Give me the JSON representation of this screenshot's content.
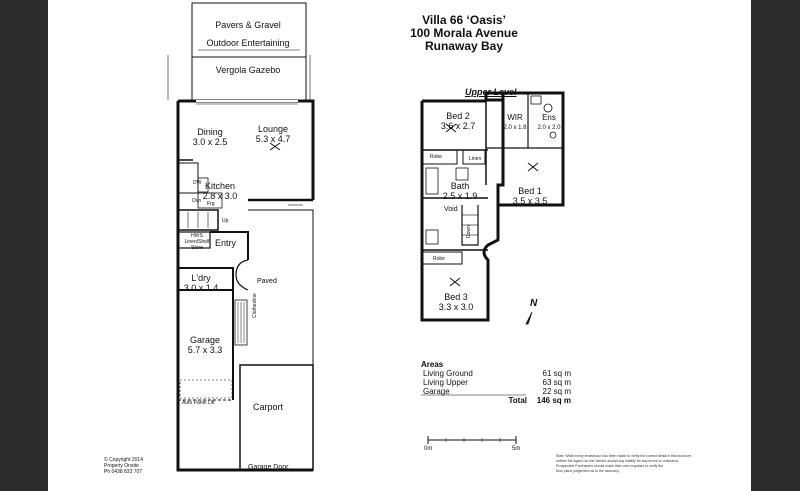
{
  "title": {
    "line1": "Villa 66 ‘Oasis’",
    "line2": "100 Morala Avenue",
    "line3": "Runaway Bay"
  },
  "outdoor": {
    "pavers": "Pavers & Gravel",
    "entertaining": "Outdoor Entertaining",
    "gazebo": "Vergola Gazebo"
  },
  "ground": {
    "dining": {
      "name": "Dining",
      "size": "3.0 x 2.5"
    },
    "lounge": {
      "name": "Lounge",
      "size": "5.3 x 4.7"
    },
    "kitchen": {
      "name": "Kitchen",
      "size": "2.8 x 3.0"
    },
    "dw": "DW",
    "frg": "Frg",
    "ovn": "Ovn",
    "up": "Up",
    "hws": "HWS",
    "linen_shelf": "Linen/Shelf",
    "store": "Store",
    "entry": "Entry",
    "laundry": {
      "name": "L'dry",
      "size": "3.0 x 1.4"
    },
    "paved": "Paved",
    "clothesline": "Clothesline",
    "garage": {
      "name": "Garage",
      "size": "5.7 x 3.3"
    },
    "auto_panel_lift": "Auto Panel Lift",
    "carport": "Carport",
    "garage_door": "Garage Door"
  },
  "upper": {
    "heading": "Upper Level",
    "bed2": {
      "name": "Bed 2",
      "size": "3.6 x 2.7"
    },
    "wir": {
      "name": "WIR",
      "size": "2.0 x 1.8"
    },
    "ens": {
      "name": "Ens",
      "size": "2.0 x 2.0"
    },
    "robe1": "Robe",
    "linen": "Linen",
    "bath": {
      "name": "Bath",
      "size": "2.5 x 1.9"
    },
    "bed1": {
      "name": "Bed 1",
      "size": "3.5 x 3.5"
    },
    "void": "Void",
    "down": "Down",
    "robe2": "Robe",
    "bed3": {
      "name": "Bed 3",
      "size": "3.3 x 3.0"
    }
  },
  "north": "N",
  "areas": {
    "heading": "Areas",
    "rows": [
      {
        "label": "Living Ground",
        "value": "61 sq m"
      },
      {
        "label": "Living Upper",
        "value": "63 sq m"
      },
      {
        "label": "Garage",
        "value": "22 sq m"
      }
    ],
    "total_label": "Total",
    "total_value": "146 sq m"
  },
  "scale": {
    "start": "0m",
    "end": "5m"
  },
  "copyright": {
    "line1": "© Copyright 2014",
    "line2": "Property Onsite",
    "line3": "Ph 0438 833 707"
  },
  "disclaimer": {
    "line1": "Note:   While every endeavour has been made to verify the correct detail in this brochure,",
    "line2": "neither the Agent nor the Vendor accept any liability for any errors or omissions.",
    "line3": "Prospective Purchasers should make their own enquiries to verify the",
    "line4": "floor plans judgement as to the accuracy."
  },
  "colors": {
    "background": "#2b2b2b",
    "sheet": "#ffffff",
    "ink": "#111111"
  }
}
